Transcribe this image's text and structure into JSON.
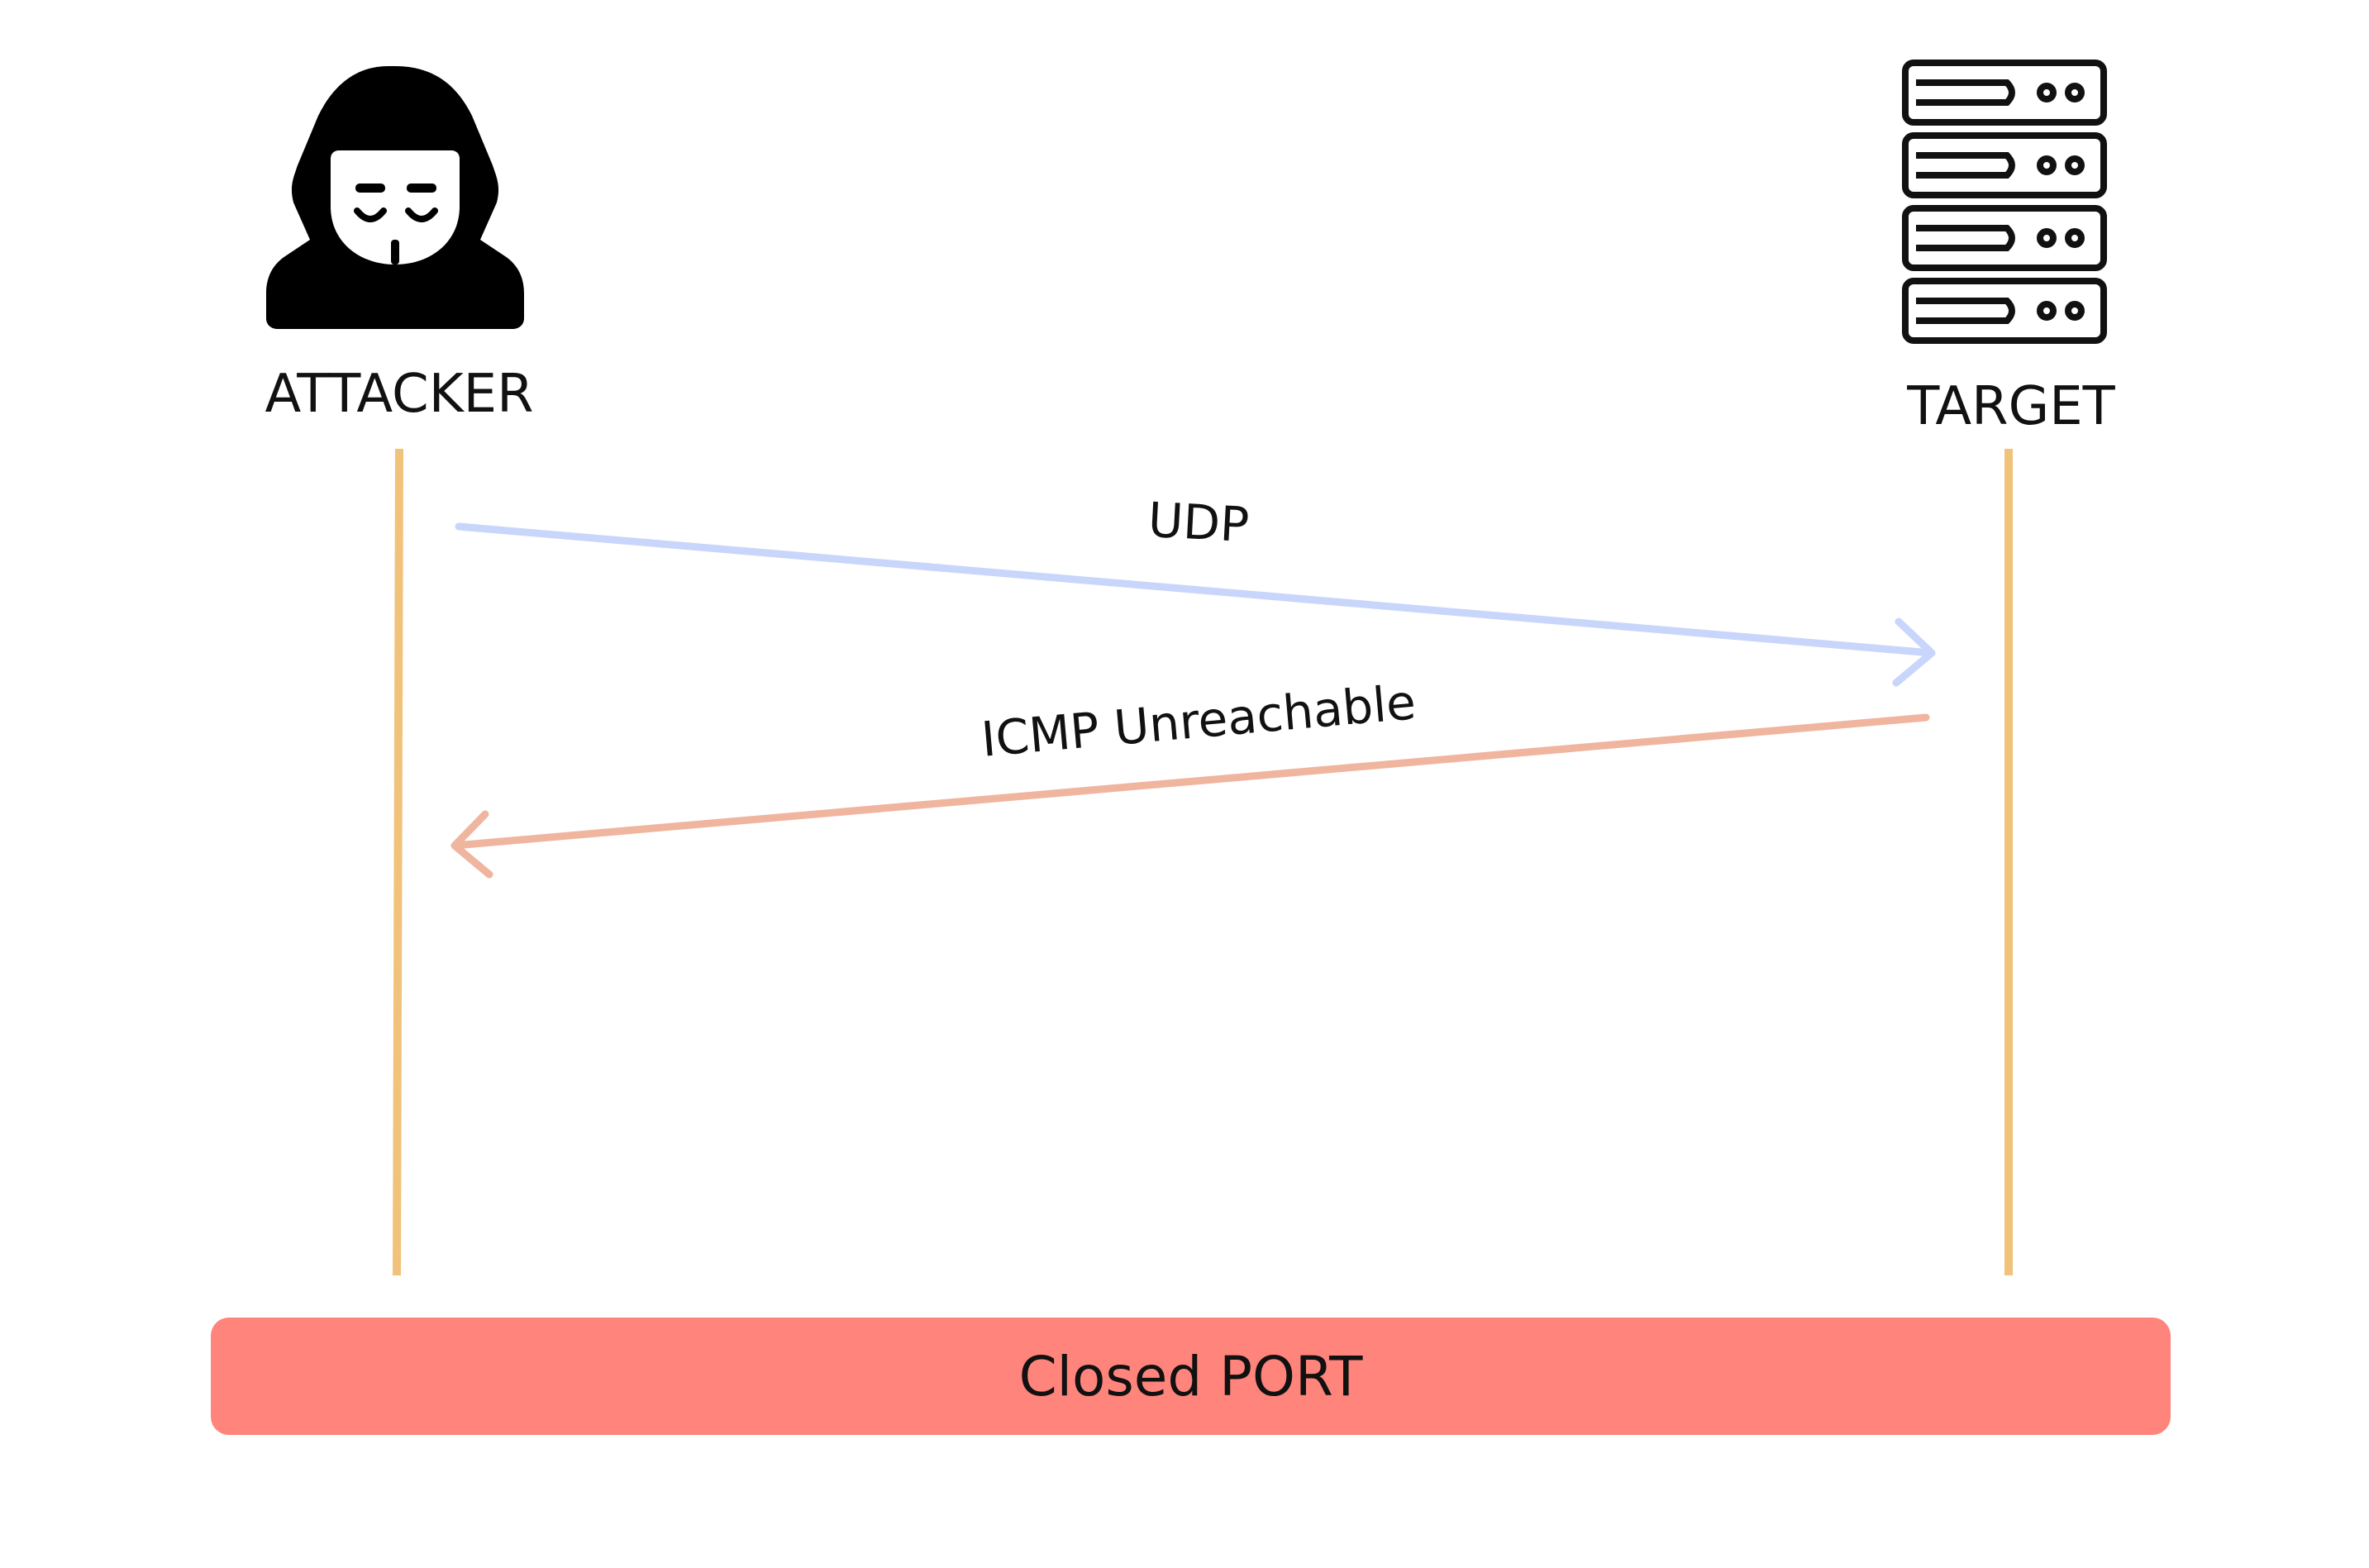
{
  "attacker": {
    "label": "ATTACKER",
    "icon": "hooded-hacker-icon"
  },
  "target": {
    "label": "TARGET",
    "icon": "server-rack-icon"
  },
  "messages": [
    {
      "label": "UDP",
      "from": "attacker",
      "to": "target",
      "color": "#c9d6fb"
    },
    {
      "label": "ICMP Unreachable",
      "from": "target",
      "to": "attacker",
      "color": "#efb59f"
    }
  ],
  "lifeline_color": "#f1c27a",
  "result": {
    "label": "Closed PORT",
    "color": "#ff847b"
  }
}
